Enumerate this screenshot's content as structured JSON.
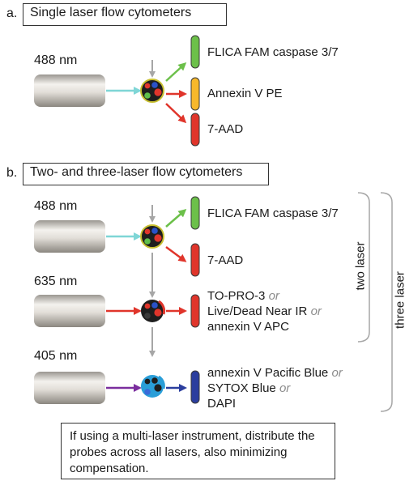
{
  "section_a": {
    "letter": "a.",
    "title": "Single laser flow cytometers",
    "wavelength": "488 nm",
    "probes": [
      {
        "text": "FLICA FAM caspase 3/7",
        "color": "#6cc04a"
      },
      {
        "text": "Annexin V PE",
        "color": "#f7b82b"
      },
      {
        "text": "7-AAD",
        "color": "#e0352b"
      }
    ]
  },
  "section_b": {
    "letter": "b.",
    "title": "Two- and three-laser flow cytometers",
    "lasers": [
      {
        "wavelength": "488 nm",
        "probes": [
          {
            "text": "FLICA FAM caspase 3/7",
            "color": "#6cc04a"
          },
          {
            "text": "7-AAD",
            "color": "#e0352b"
          }
        ]
      },
      {
        "wavelength": "635 nm",
        "probe_lines": [
          {
            "text": "TO-PRO-3",
            "or": "or"
          },
          {
            "text": "Live/Dead Near IR",
            "or": "or"
          },
          {
            "text": "annexin V APC",
            "or": ""
          }
        ],
        "bar_color": "#e0352b"
      },
      {
        "wavelength": "405 nm",
        "probe_lines": [
          {
            "text": "annexin V Pacific Blue",
            "or": "or"
          },
          {
            "text": "SYTOX Blue",
            "or": "or"
          },
          {
            "text": "DAPI",
            "or": ""
          }
        ],
        "bar_color": "#2b3e9e"
      }
    ],
    "bracket_labels": {
      "two": "two laser",
      "three": "three laser"
    }
  },
  "note": "If using a multi-laser instrument, distribute the probes across all lasers, also minimizing compensation.",
  "colors": {
    "arrow_gray": "#a6a6a6",
    "beam_488": "#7fd6d6",
    "beam_635": "#e0352b",
    "beam_405": "#7b2e9e",
    "emit_green": "#6cc04a",
    "emit_red": "#e0352b",
    "emit_blue": "#2b3e9e"
  }
}
